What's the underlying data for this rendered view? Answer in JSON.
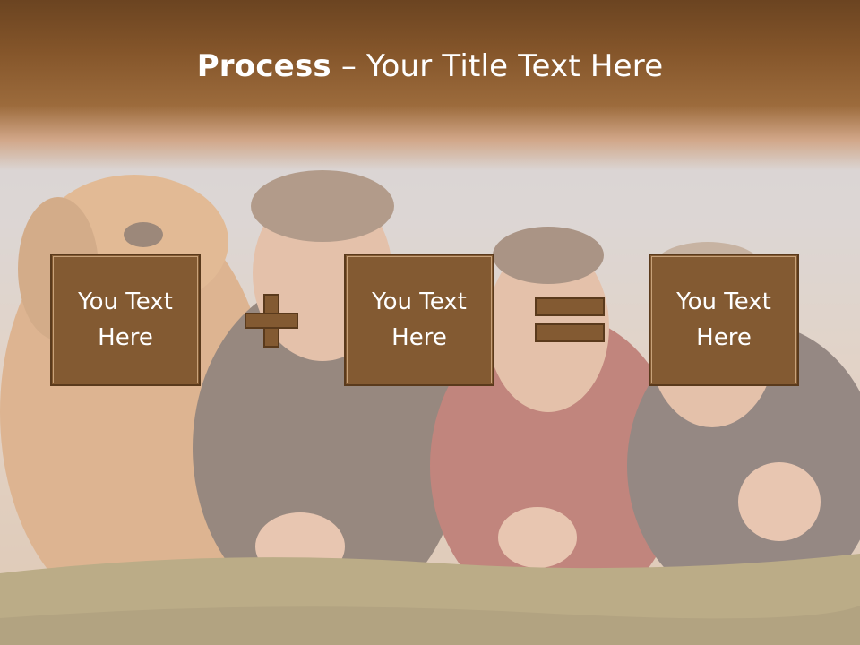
{
  "slide": {
    "title_bold": "Process",
    "title_rest": " – Your Title Text Here",
    "colors": {
      "title_band": "#84552a",
      "box_fill": "#835a32",
      "box_border": "#5a3a1c",
      "text": "#ffffff"
    },
    "boxes": [
      {
        "label": "You Text Here"
      },
      {
        "label": "You Text Here"
      },
      {
        "label": "You Text Here"
      }
    ],
    "operators": [
      {
        "icon": "plus-icon"
      },
      {
        "icon": "equals-icon"
      }
    ],
    "background": "photo-of-dog-and-boys-on-grass"
  }
}
